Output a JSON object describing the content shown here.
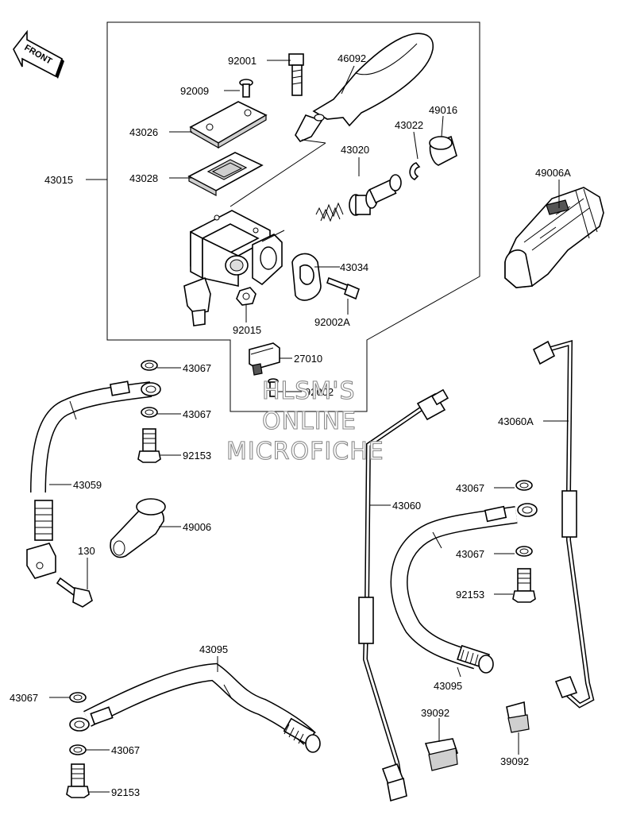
{
  "front_marker": "FRONT",
  "watermark": [
    "HLSM'S",
    "ONLINE",
    "MICROFICHE"
  ],
  "parts": {
    "p92001": "92001",
    "p46092": "46092",
    "p92009": "92009",
    "p43026": "43026",
    "p43022": "43022",
    "p49016": "49016",
    "p43020": "43020",
    "p43015": "43015",
    "p43028": "43028",
    "p49006A": "49006A",
    "p43034": "43034",
    "p92015": "92015",
    "p92002A": "92002A",
    "p27010": "27010",
    "p92002": "92002",
    "p43067_a": "43067",
    "p43067_b": "43067",
    "p92153_a": "92153",
    "p43060A": "43060A",
    "p43059": "43059",
    "p43060": "43060",
    "p43067_c": "43067",
    "p49006": "49006",
    "p43067_d": "43067",
    "p130": "130",
    "p92153_b": "92153",
    "p43095_a": "43095",
    "p43095_b": "43095",
    "p43067_e": "43067",
    "p39092_a": "39092",
    "p39092_b": "39092",
    "p43067_f": "43067",
    "p92153_c": "92153"
  }
}
